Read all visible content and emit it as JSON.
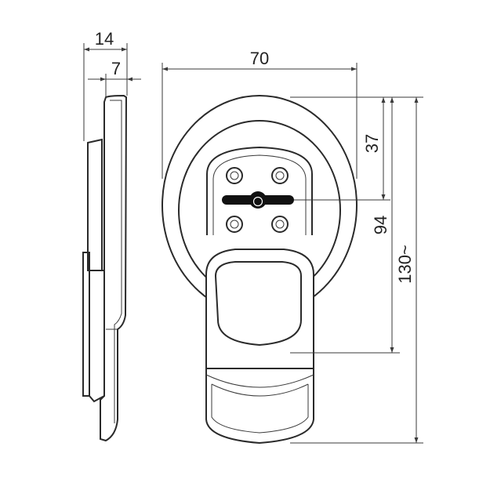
{
  "dimensions": {
    "side_total_depth": "14",
    "side_handle_depth": "7",
    "width": "70",
    "mount_to_center": "37",
    "mount_to_handle": "94",
    "total_height": "130~"
  },
  "colors": {
    "line": "#2a2a2a",
    "slot": "#111111",
    "background": "#ffffff"
  }
}
